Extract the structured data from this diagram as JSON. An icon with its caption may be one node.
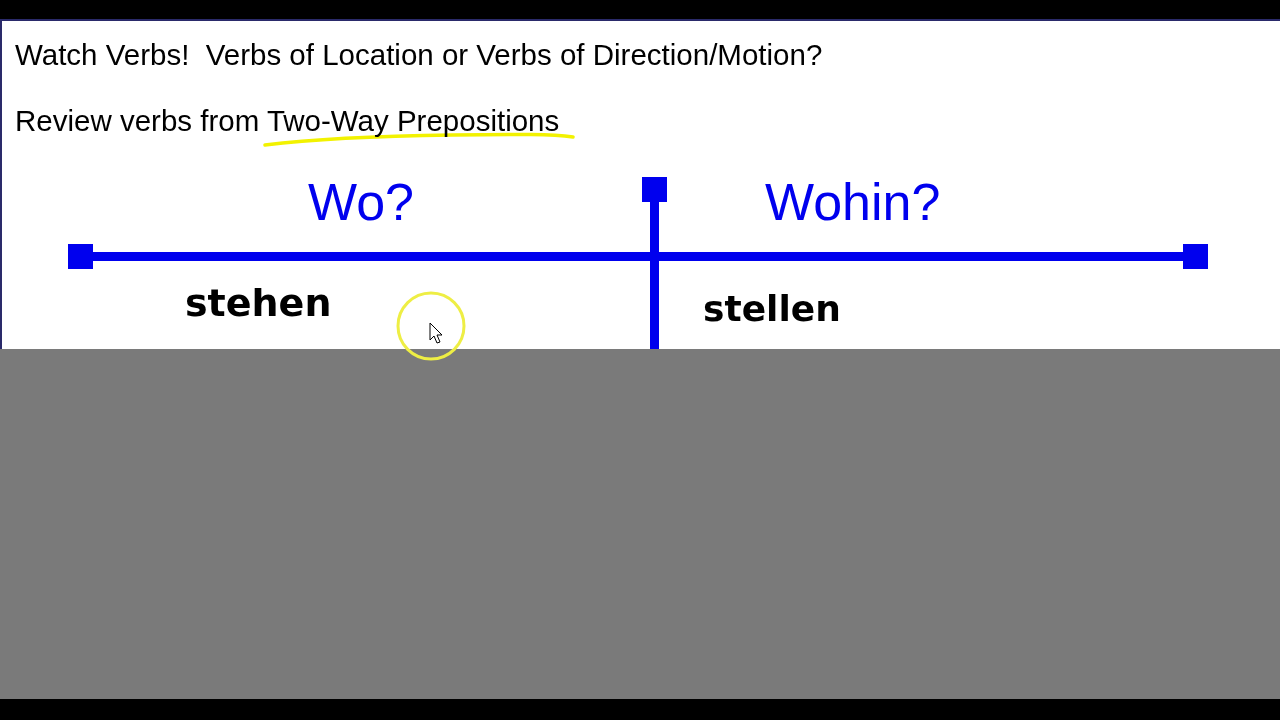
{
  "diagram": {
    "title": "Watch Verbs!  Verbs of Location or Verbs of Direction/Motion?",
    "labels": [
      "Review verbs from Two-Way Prepositions",
      "Wo?",
      "Wohin?",
      "stehen",
      "stellen"
    ]
  }
}
